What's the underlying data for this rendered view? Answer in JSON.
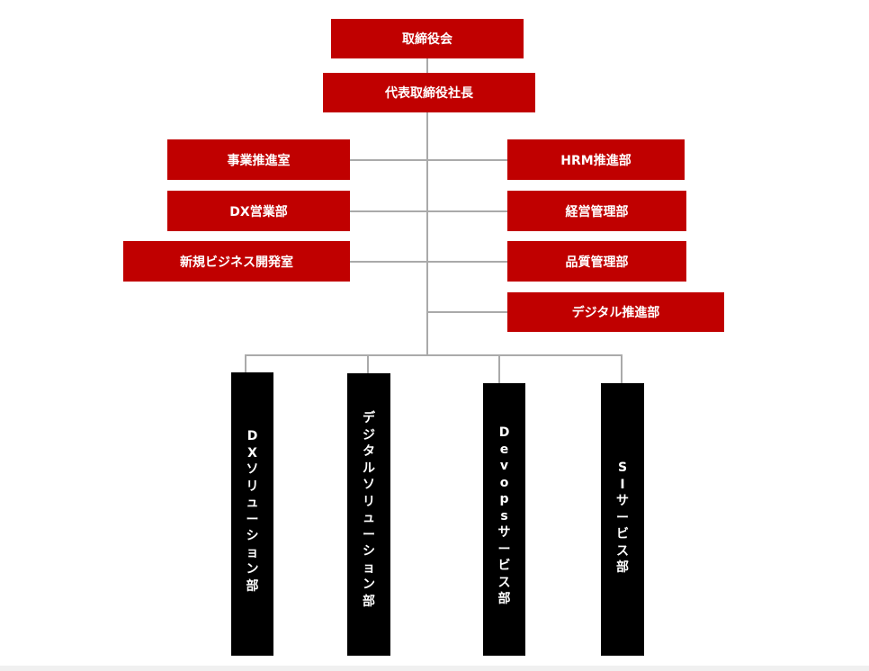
{
  "top": {
    "board": "取締役会",
    "president": "代表取締役社長"
  },
  "staff_left": [
    "事業推進室",
    "DX営業部",
    "新規ビジネス開発室"
  ],
  "staff_right": [
    "HRM推進部",
    "経営管理部",
    "品質管理部",
    "デジタル推進部"
  ],
  "divisions": [
    "DXソリューション部",
    "デジタルソリューション部",
    "Devopsサービス部",
    "SIサービス部"
  ],
  "colors": {
    "management_box": "#c00000",
    "division_box": "#000000",
    "connector": "#aaaaaa",
    "text": "#ffffff"
  }
}
